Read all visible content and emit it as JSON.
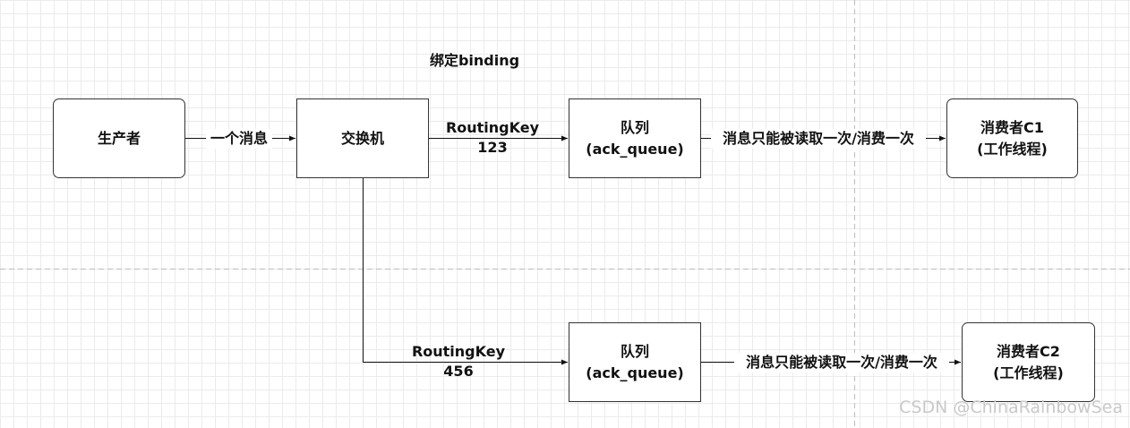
{
  "diagram": {
    "binding_label": "绑定binding",
    "nodes": {
      "producer": "生产者",
      "exchange": "交换机",
      "queue1": "队列\n(ack_queue)",
      "queue2": "队列\n(ack_queue)",
      "consumer1": "消费者C1\n(工作线程)",
      "consumer2": "消费者C2\n(工作线程)"
    },
    "edges": {
      "producer_to_exchange": "一个消息",
      "routing_key_1": "RoutingKey\n123",
      "routing_key_2": "RoutingKey\n456",
      "queue1_to_consumer1": "消息只能被读取一次/消费一次",
      "queue2_to_consumer2": "消息只能被读取一次/消费一次"
    }
  },
  "watermark": "CSDN @ChinaRainbowSea"
}
